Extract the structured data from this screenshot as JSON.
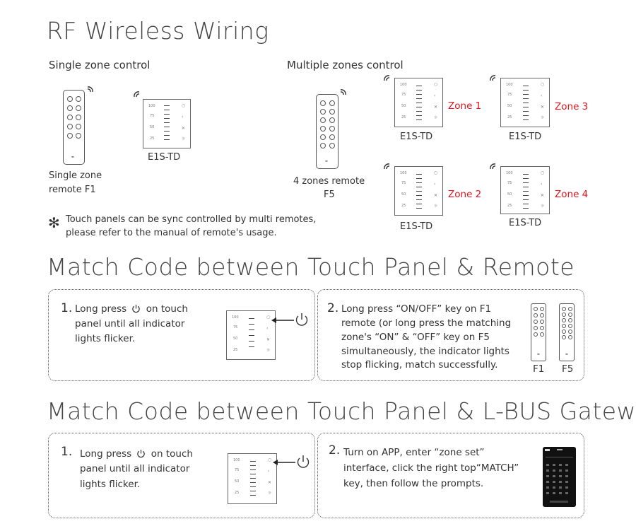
{
  "sections": {
    "rf_title": "RF Wireless Wiring",
    "match1_title": "Match Code between Touch Panel & Remote",
    "match2_title": "Match Code between Touch Panel & L-BUS Gateway"
  },
  "rf": {
    "single": {
      "heading": "Single zone control",
      "remote_caption_line1": "Single zone",
      "remote_caption_line2": "remote F1",
      "panel_caption": "E1S-TD"
    },
    "multiple": {
      "heading": "Multiple zones control",
      "remote_caption_line1": "4 zones remote",
      "remote_caption_line2": "F5",
      "panels": [
        {
          "caption": "E1S-TD",
          "zone": "Zone 1"
        },
        {
          "caption": "E1S-TD",
          "zone": "Zone 3"
        },
        {
          "caption": "E1S-TD",
          "zone": "Zone 2"
        },
        {
          "caption": "E1S-TD",
          "zone": "Zone 4"
        }
      ]
    },
    "note": {
      "symbol": "✻",
      "line1": "Touch panels can be sync controlled by multi remotes,",
      "line2": "please refer to the manual of remote's usage."
    }
  },
  "match_remote": {
    "step1": {
      "number": "1.",
      "line1_a": "Long press",
      "line1_b": "on touch",
      "line2": "panel until all indicator",
      "line3": "lights flicker."
    },
    "step2": {
      "number": "2.",
      "line1": "Long press “ON/OFF” key on F1",
      "line2": "remote (or long press the matching",
      "line3": "zone's “ON” & “OFF” key on F5",
      "line4": "simultaneously, the indicator lights",
      "line5": "stop flicking, match successfully.",
      "remote_labels": [
        "F1",
        "F5"
      ]
    }
  },
  "match_gateway": {
    "step1": {
      "number": "1.",
      "line1_a": "Long press",
      "line1_b": "on touch",
      "line2": "panel until all indicator",
      "line3": "lights flicker."
    },
    "step2": {
      "number": "2.",
      "line1": "Turn on APP, enter “zone set”",
      "line2": "interface, click the right top“MATCH”",
      "line3": "key, then follow the prompts."
    }
  },
  "panel_labels": [
    "100",
    "75",
    "50",
    "25"
  ],
  "icons": {
    "power": "power-icon",
    "wifi": "wireless-signal-icon",
    "arrow": "arrow-left-icon"
  },
  "colors": {
    "zone_label": "#e0141e",
    "text": "#333333"
  }
}
